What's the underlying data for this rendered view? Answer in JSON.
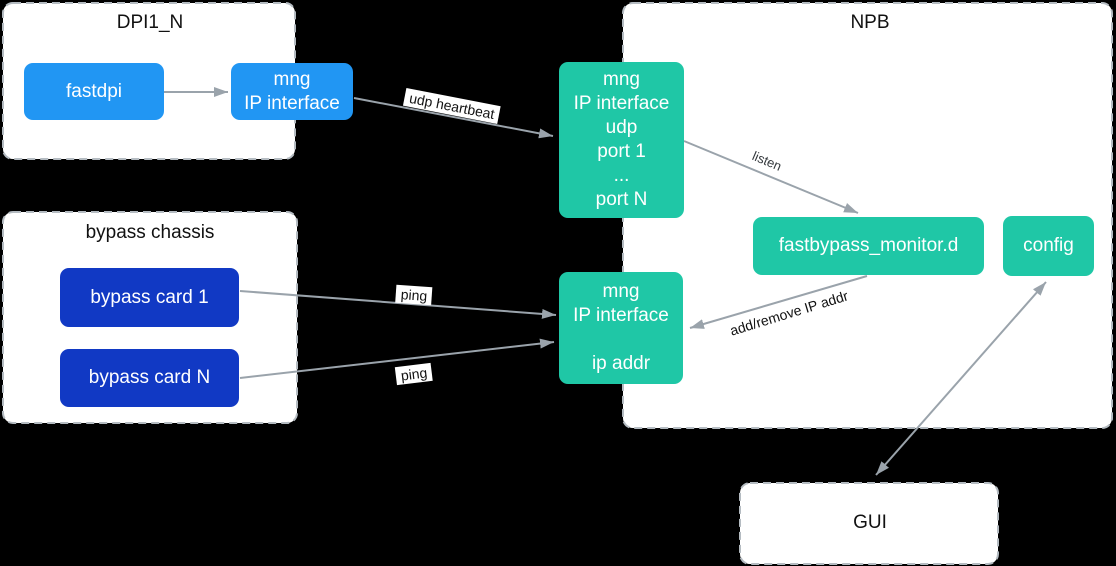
{
  "diagram": {
    "colors": {
      "node_blue": "#2196f3",
      "node_dark_blue": "#1139c4",
      "node_teal": "#1fc7a6",
      "arrow_gray": "#9aa3ab",
      "dashed_border": "#b4bbc1",
      "group_background": "#ffffff",
      "canvas_background": "#000000"
    },
    "groups": {
      "dpi": {
        "title": "DPI1_N"
      },
      "npb": {
        "title": "NPB"
      },
      "bypass_chassis": {
        "title": "bypass chassis"
      },
      "gui": {
        "title": "GUI"
      }
    },
    "nodes": {
      "fastdpi": {
        "label": "fastdpi"
      },
      "dpi_mng": {
        "lines": [
          "mng",
          "IP interface"
        ]
      },
      "npb_udp": {
        "lines": [
          "mng",
          "IP interface",
          "udp",
          "port 1",
          "...",
          "port N"
        ]
      },
      "monitor": {
        "label": "fastbypass_monitor.d"
      },
      "config": {
        "label": "config"
      },
      "bypass_card_1": {
        "label": "bypass card 1"
      },
      "bypass_card_n": {
        "label": "bypass card N"
      },
      "npb_ip": {
        "lines": [
          "mng",
          "IP interface",
          "",
          "ip addr"
        ]
      }
    },
    "edges": {
      "udp_heartbeat": {
        "label": "udp heartbeat"
      },
      "listen": {
        "label": "listen"
      },
      "ping_1": {
        "label": "ping"
      },
      "ping_2": {
        "label": "ping"
      },
      "add_remove": {
        "label": "add/remove IP addr"
      }
    }
  }
}
